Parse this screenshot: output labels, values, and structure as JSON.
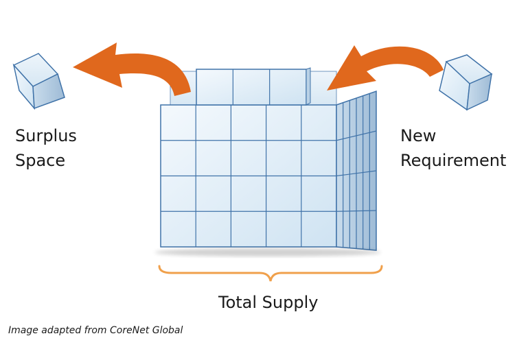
{
  "labels": {
    "surplus_line1": "Surplus",
    "surplus_line2": "Space",
    "new_line1": "New",
    "new_line2": "Requirement",
    "total_supply": "Total Supply"
  },
  "caption": "Image adapted from CoreNet Global",
  "colors": {
    "arrow": "#e0681d",
    "brace": "#f0a04b",
    "cube_face": "#dcecf7",
    "cube_edge": "#3f72a8",
    "text": "#1a1a1a"
  },
  "icons": {
    "left_arrow": "curved-arrow-left-icon",
    "right_arrow": "curved-arrow-left-icon",
    "surplus_cube": "cube-icon",
    "new_cube": "cube-icon"
  }
}
